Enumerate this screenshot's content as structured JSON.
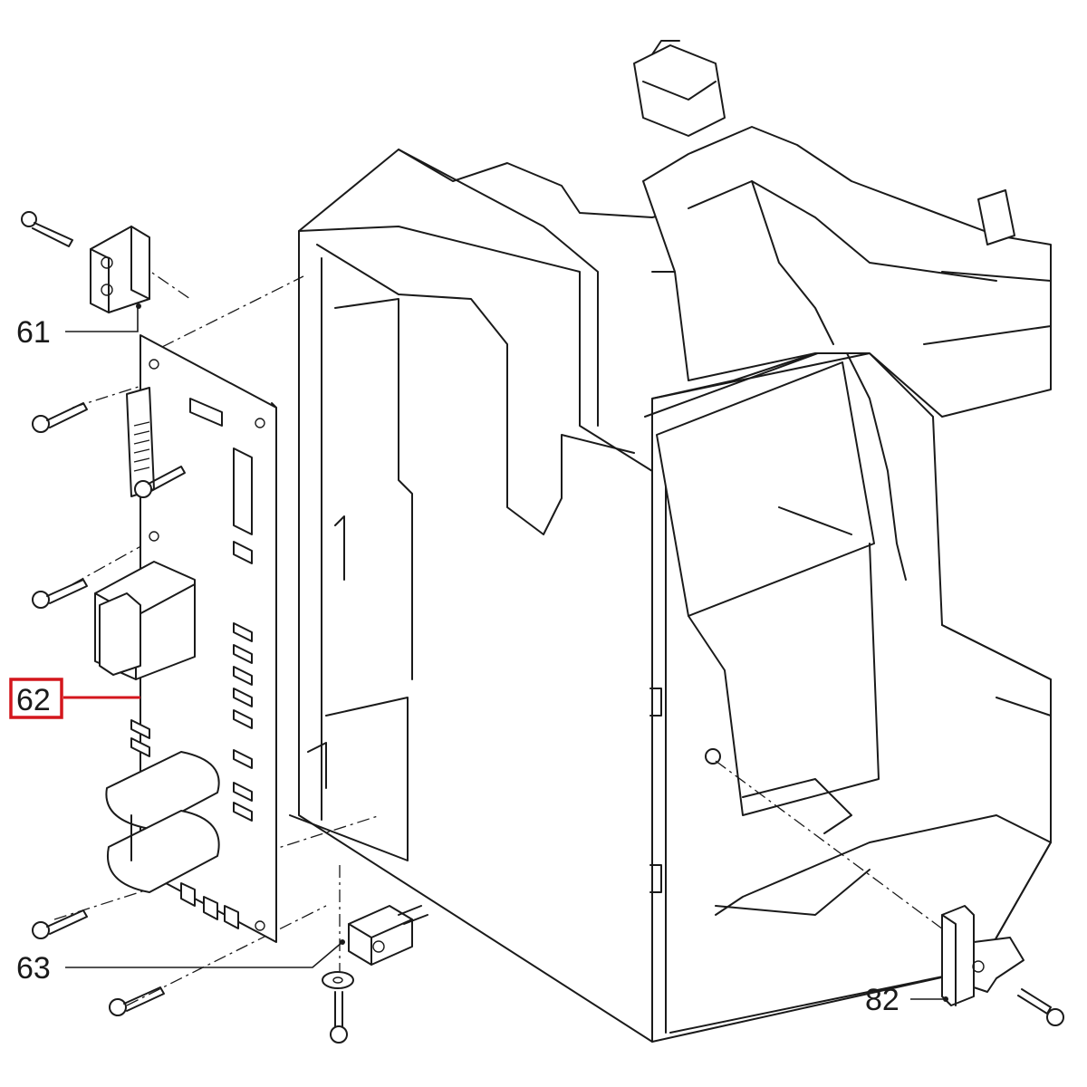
{
  "callouts": {
    "c61": {
      "label": "61",
      "highlighted": false
    },
    "c62": {
      "label": "62",
      "highlighted": true
    },
    "c63": {
      "label": "63",
      "highlighted": false
    },
    "c82": {
      "label": "82",
      "highlighted": false
    }
  },
  "colors": {
    "line": "#1a1a1a",
    "highlight": "#d4161c",
    "background": "#ffffff"
  }
}
